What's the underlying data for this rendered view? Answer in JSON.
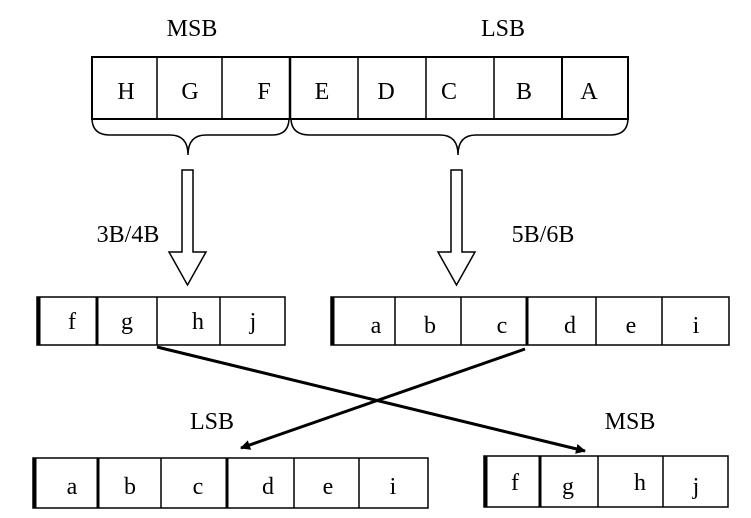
{
  "top": {
    "msb_label": "MSB",
    "lsb_label": "LSB",
    "cells": [
      "H",
      "G",
      "F",
      "E",
      "D",
      "C",
      "B",
      "A"
    ]
  },
  "encoders": {
    "left_label": "3B/4B",
    "right_label": "5B/6B"
  },
  "middle": {
    "left_cells": [
      "f",
      "g",
      "h",
      "j"
    ],
    "right_cells": [
      "a",
      "b",
      "c",
      "d",
      "e",
      "i"
    ]
  },
  "bottom": {
    "lsb_label": "LSB",
    "msb_label": "MSB",
    "left_cells": [
      "a",
      "b",
      "c",
      "d",
      "e",
      "i"
    ],
    "right_cells": [
      "f",
      "g",
      "h",
      "j"
    ]
  }
}
